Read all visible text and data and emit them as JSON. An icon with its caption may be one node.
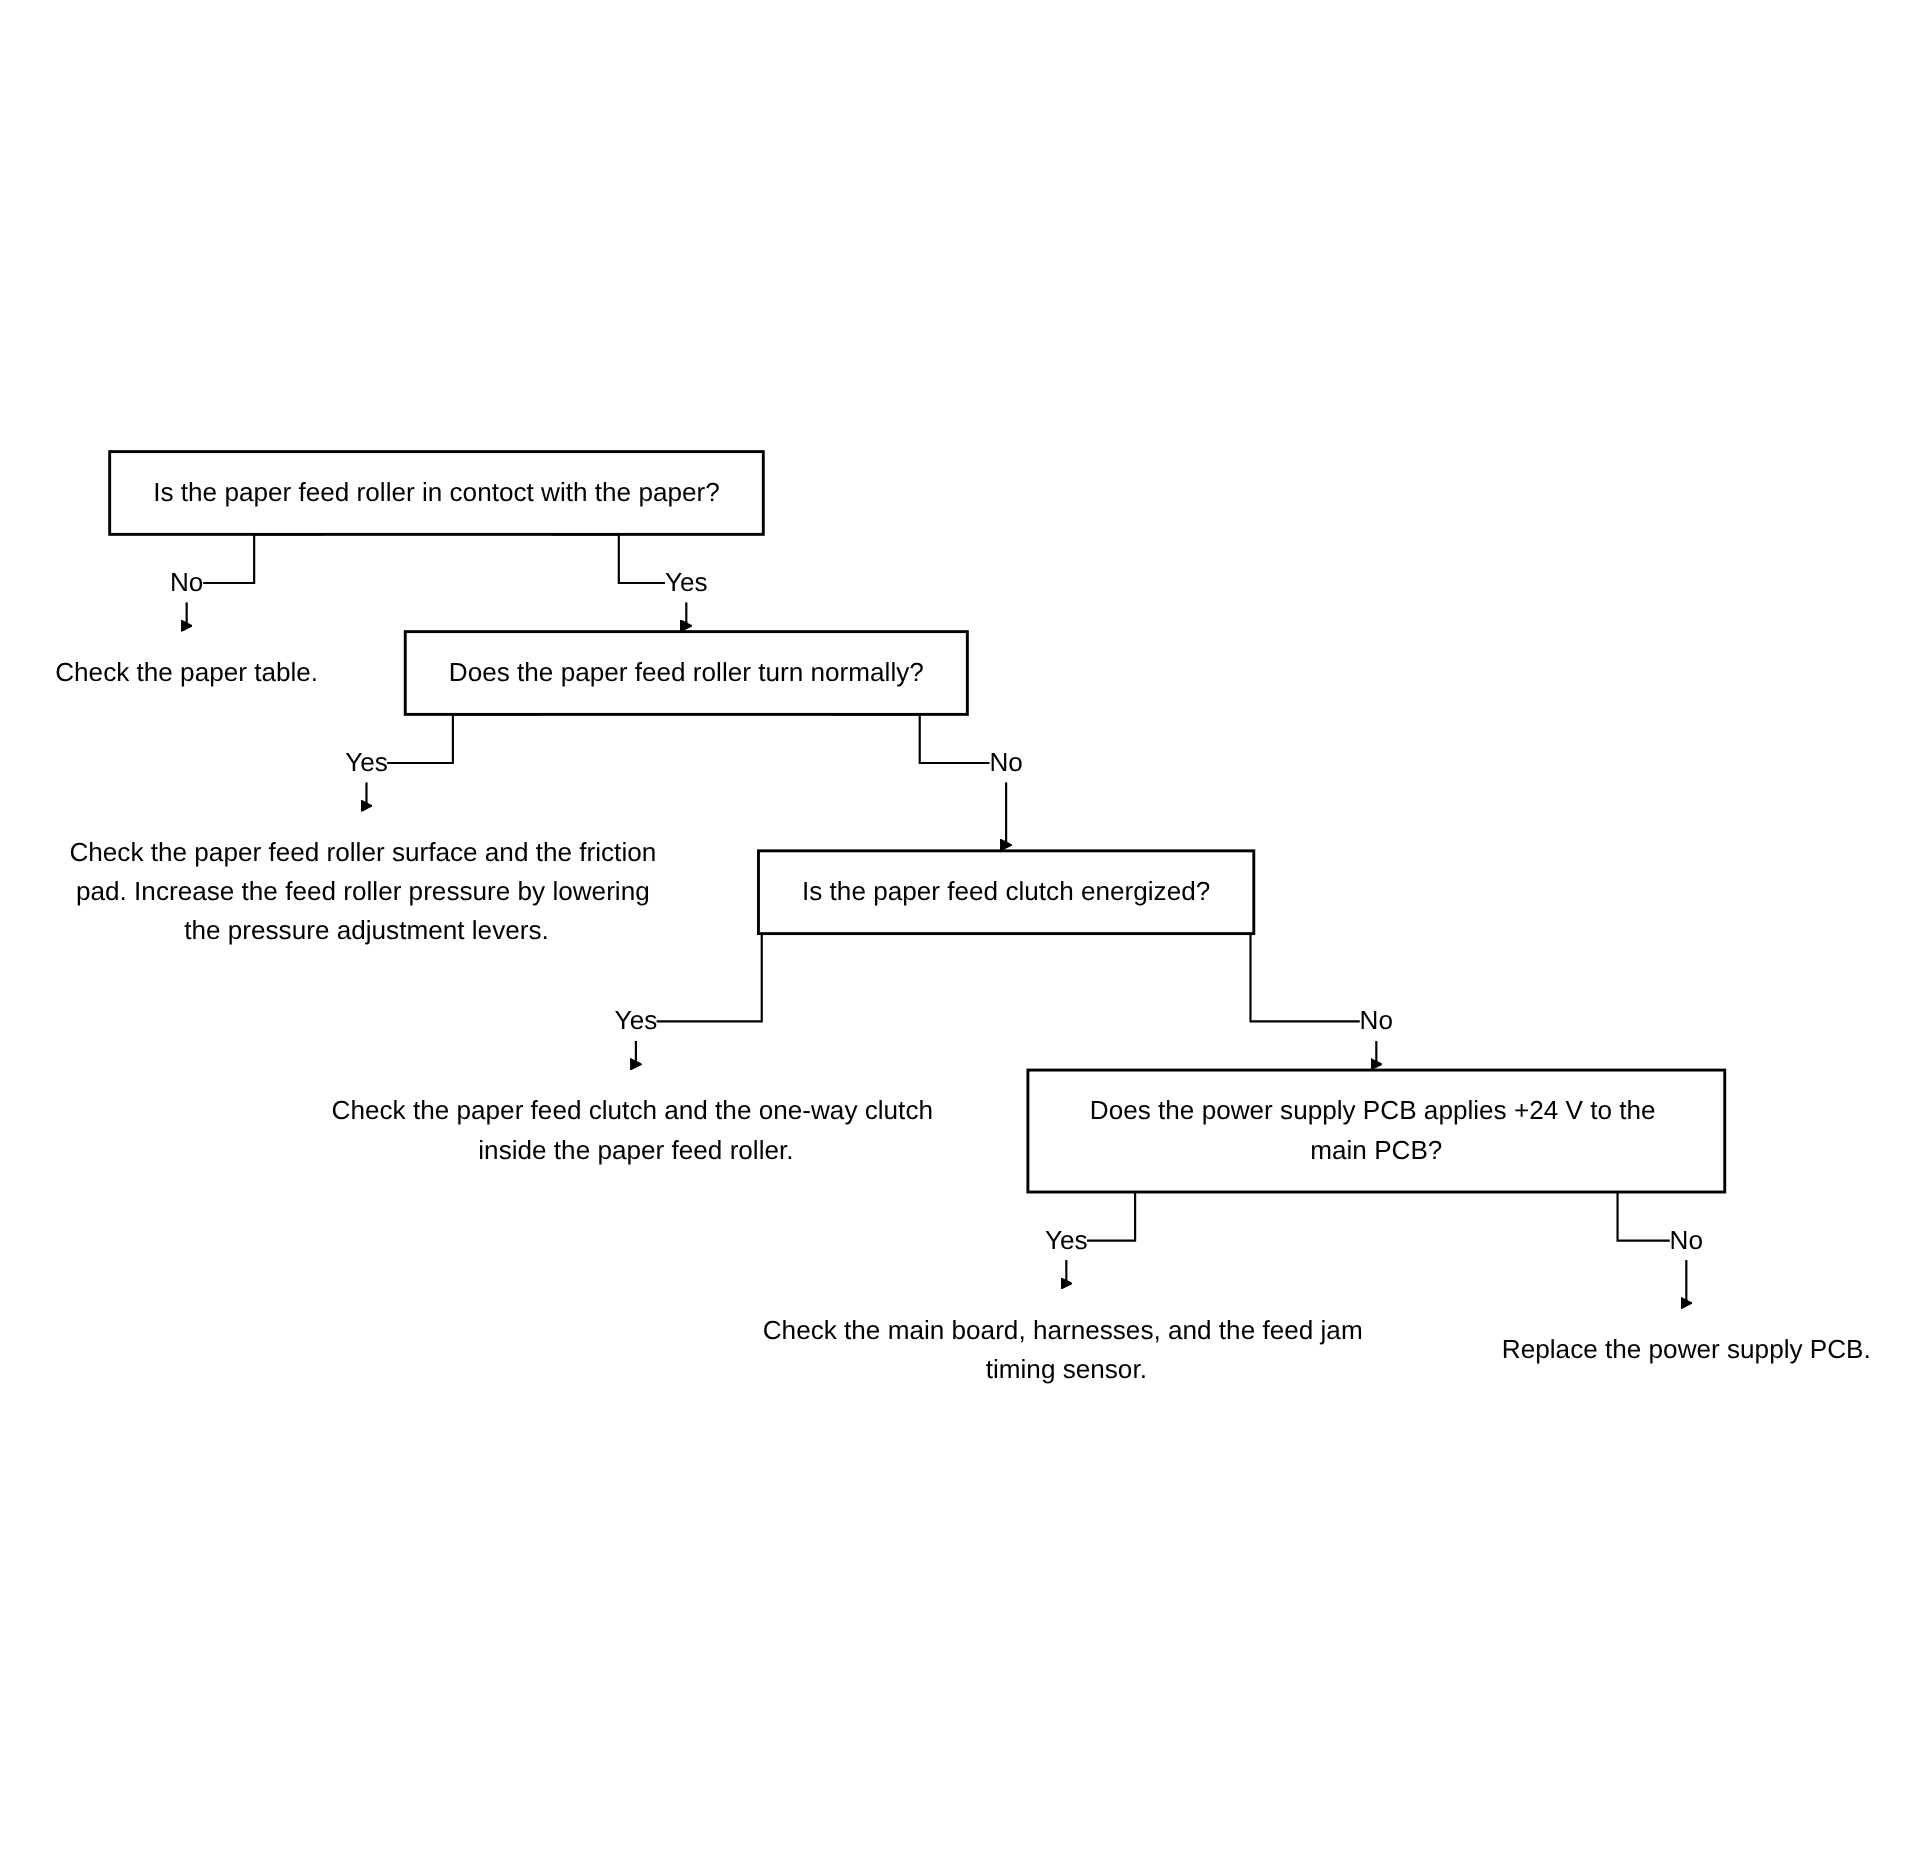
{
  "diagram": {
    "nodes": [
      {
        "text": [
          "Is the paper feed roller in contoct with the paper?"
        ]
      },
      {
        "text": [
          "Check the paper table."
        ]
      },
      {
        "text": [
          "Does the paper feed roller turn normally?"
        ]
      },
      {
        "text": [
          "Check the paper feed roller surface and the friction pad. Increase the feed roller pressure by lowering the pressure adjustment levers."
        ]
      },
      {
        "text": [
          "Is the paper feed clutch energized?"
        ]
      },
      {
        "text": [
          "Check the paper feed clutch and the one-way clutch inside the paper feed roller."
        ]
      },
      {
        "text": [
          "Does the power supply PCB applies +24 V to the main PCB?"
        ]
      },
      {
        "text": [
          "Replace the power supply PCB."
        ]
      },
      {
        "text": [
          "Check the main board, harnesses, and the feed jam timing sensor."
        ]
      }
    ],
    "edges": [
      {
        "from": 0,
        "to": 2,
        "arrow": "to",
        "label": "Yes"
      },
      {
        "from": 0,
        "to": 1,
        "arrow": "to",
        "label": "No"
      },
      {
        "from": 2,
        "to": 4,
        "arrow": "to",
        "label": "No"
      },
      {
        "from": 2,
        "to": 3,
        "arrow": "to",
        "label": "Yes"
      },
      {
        "from": 4,
        "to": 6,
        "arrow": "to",
        "label": "No"
      },
      {
        "from": 4,
        "to": 5,
        "arrow": "to",
        "label": "Yes"
      },
      {
        "from": 6,
        "to": 8,
        "arrow": "to",
        "label": "Yes"
      },
      {
        "from": 6,
        "to": 7,
        "arrow": "to",
        "label": "No"
      }
    ]
  }
}
